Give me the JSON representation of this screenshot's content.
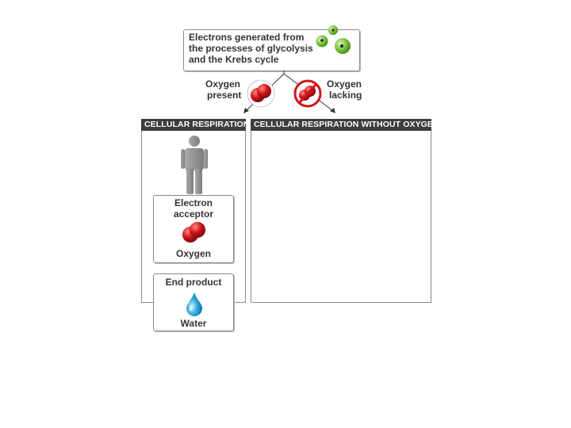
{
  "top_box": {
    "line1": "Electrons generated from",
    "line2": "the processes of glycolysis",
    "line3": "and the Krebs cycle",
    "electron_color": "#7dc242"
  },
  "branch_left": {
    "line1": "Oxygen",
    "line2": "present",
    "molecule_color": "#d0141b"
  },
  "branch_right": {
    "line1": "Oxygen",
    "line2": "lacking",
    "prohibit_color": "#d0141b"
  },
  "panel_left": {
    "header": "CELLULAR RESPIRATION",
    "acceptor_line1": "Electron",
    "acceptor_line2": "acceptor",
    "acceptor_name": "Oxygen",
    "product_title": "End product",
    "product_name": "Water",
    "water_color": "#2aa7d9",
    "person_color": "#8f8f8f"
  },
  "panel_right": {
    "header": "CELLULAR RESPIRATION WITHOUT OXYGEN"
  }
}
